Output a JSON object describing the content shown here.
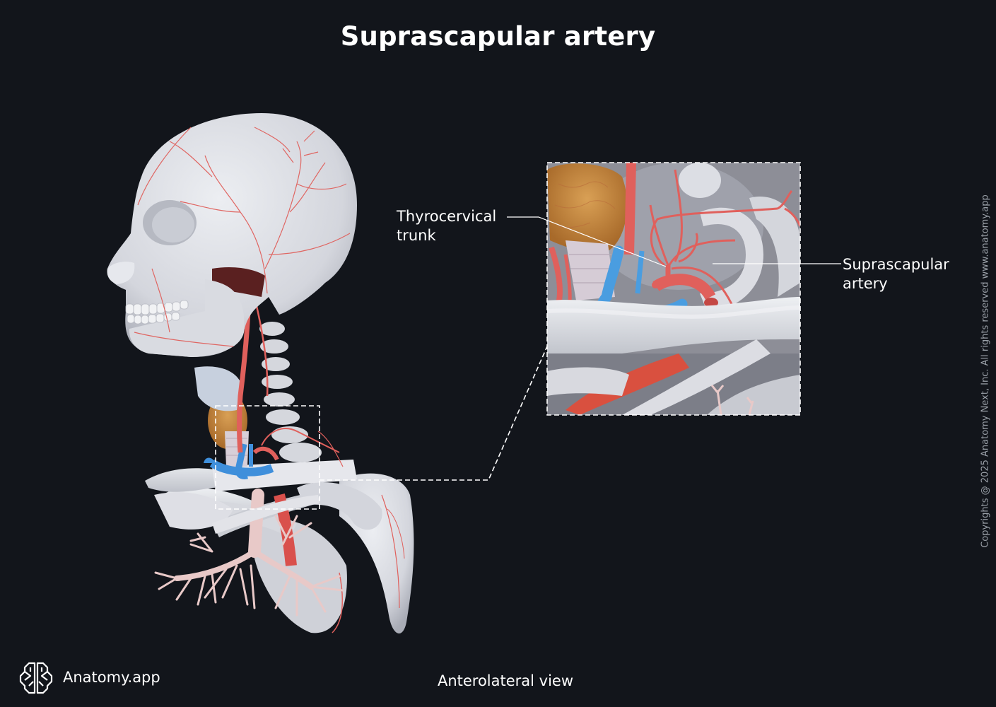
{
  "title": "Suprascapular artery",
  "labels": {
    "left": {
      "line1": "Thyrocervical",
      "line2": "trunk"
    },
    "right": {
      "line1": "Suprascapular",
      "line2": "artery"
    }
  },
  "caption": "Anterolateral view",
  "brand": {
    "name": "Anatomy.app",
    "icon": "brain-icon"
  },
  "copyright": "Copyrights @ 2025 Anatomy Next, Inc. All rights reserved www.anatomy.app",
  "colors": {
    "background": "#12151b",
    "bone": "#dcdde3",
    "artery": "#e0605c",
    "vein": "#4a9de0",
    "thyroid": "#c98a3e",
    "bronchi": "#e8c9c8",
    "leader_line": "#ffffff"
  }
}
